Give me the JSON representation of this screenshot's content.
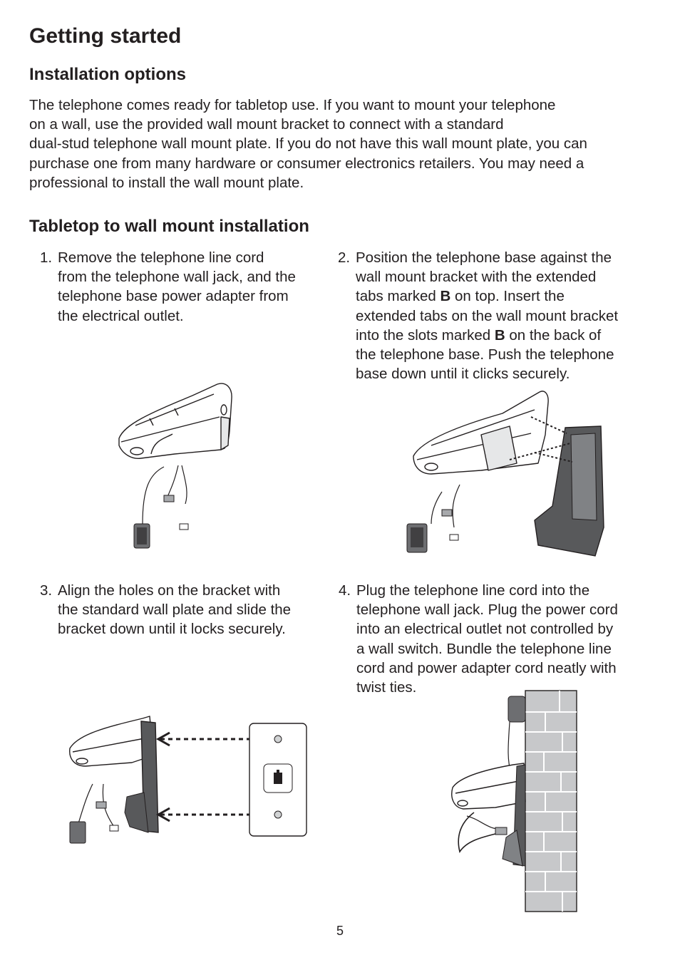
{
  "page": {
    "title": "Getting started",
    "page_number": "5"
  },
  "installation_options": {
    "heading": "Installation options",
    "lines": [
      "The telephone comes ready for tabletop use. If you want to mount your telephone",
      "on a wall, use the provided wall mount bracket to connect with a standard",
      "dual-stud telephone wall mount plate. If you do not have this wall mount plate, you can",
      "purchase one from many hardware or consumer electronics retailers. You may need a",
      "professional to install the wall mount plate."
    ]
  },
  "tabletop_to_wall": {
    "heading": "Tabletop to wall mount installation",
    "steps": [
      {
        "number": "1.",
        "lines": [
          "Remove the telephone line cord",
          "from the telephone wall jack, and the",
          "telephone base power adapter from",
          "the electrical outlet."
        ]
      },
      {
        "number": "2.",
        "lines": [
          "Position the telephone base against the",
          "wall mount bracket with the extended",
          "tabs marked <b>B</b> on top. Insert the",
          "extended tabs on the wall mount bracket",
          "into the slots marked <b>B</b> on the back of",
          "the telephone base. Push the telephone",
          "base down until it clicks securely."
        ]
      },
      {
        "number": "3.",
        "lines": [
          "Align the holes on the bracket with",
          "the standard wall plate and slide the",
          "bracket down until it locks securely."
        ]
      },
      {
        "number": "4.",
        "lines": [
          "Plug the telephone line cord into the",
          "telephone wall jack. Plug the power cord",
          "into an electrical outlet not controlled by",
          "a wall switch. Bundle the telephone line",
          "cord and power adapter cord neatly with",
          "twist ties."
        ]
      }
    ]
  },
  "colors": {
    "text": "#231f20",
    "bracket": "#58595b",
    "brick": "#c7c8ca",
    "adapter": "#6d6e71"
  }
}
